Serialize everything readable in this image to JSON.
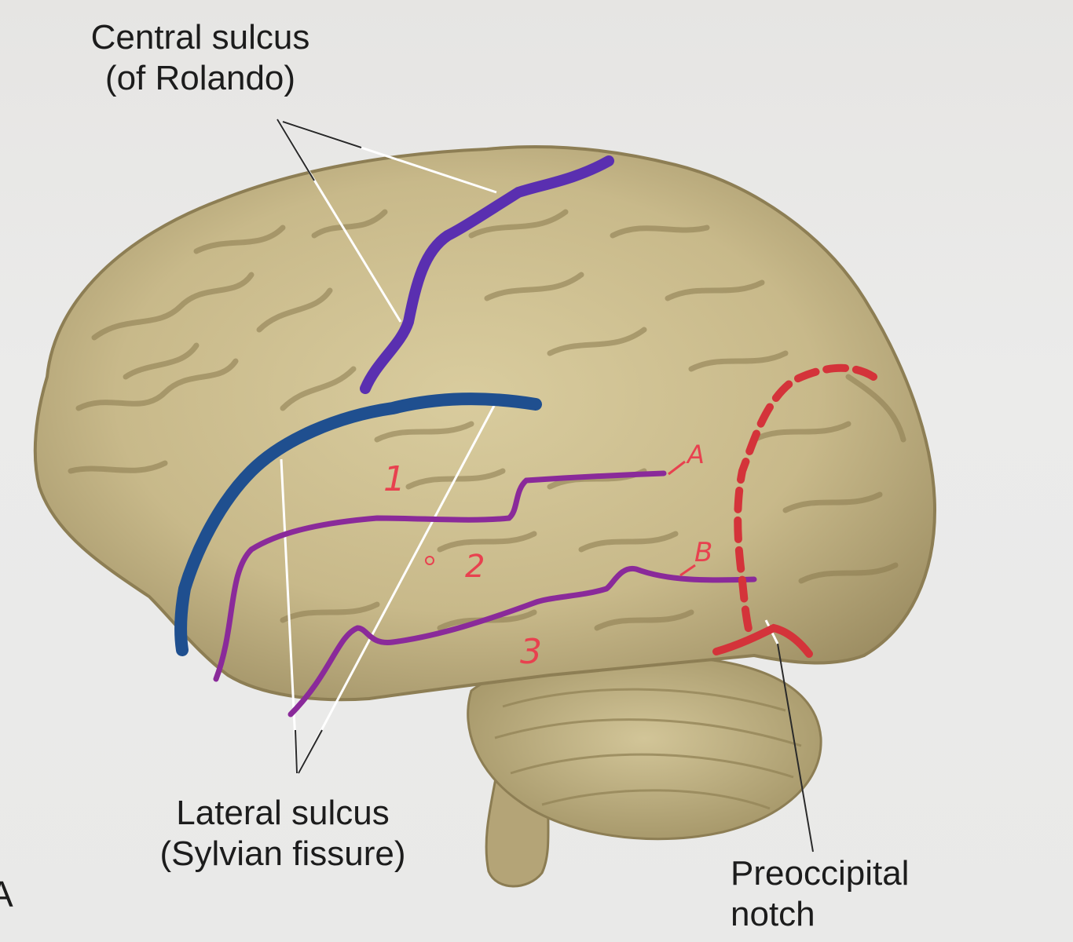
{
  "figure": {
    "letter": "A",
    "labels": {
      "central_sulcus": {
        "line1": "Central sulcus",
        "line2": "(of Rolando)"
      },
      "lateral_sulcus": {
        "line1": "Lateral sulcus",
        "line2": "(Sylvian fissure)"
      },
      "preoccipital_notch": {
        "line1": "Preoccipital",
        "line2": "notch"
      }
    },
    "annotations": {
      "gyrus_1": "1",
      "gyrus_2": "2",
      "gyrus_3": "3",
      "sulcus_a": "A",
      "sulcus_b": "B"
    }
  },
  "colors": {
    "background": "#e9e9e8",
    "brain_tissue": "#c8b98a",
    "central_sulcus_line": "#5a2fb0",
    "lateral_sulcus_line": "#1f4f8f",
    "temporal_sulci_lines": "#8a2a9a",
    "preoccipital_boundary": "#d4333a",
    "annotation_text": "#e8414f",
    "leader_lines": "#ffffff",
    "label_text": "#1c1c1c"
  }
}
